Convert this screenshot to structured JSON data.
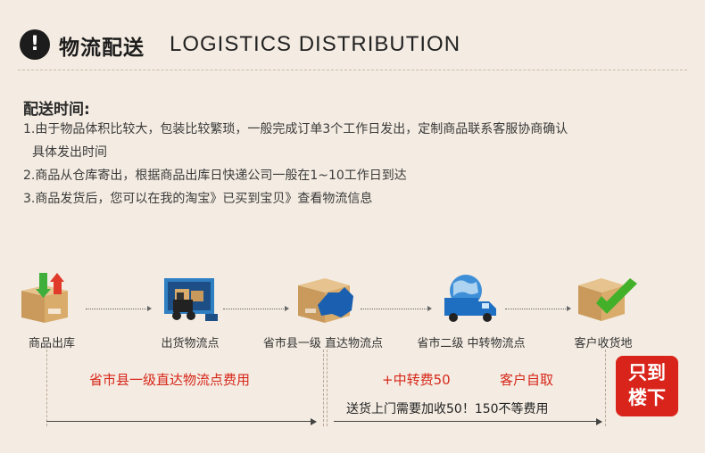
{
  "header": {
    "icon_glyph": "!",
    "title_cn": "物流配送",
    "title_en": "LOGISTICS  DISTRIBUTION"
  },
  "info": {
    "title": "配送时间:",
    "lines": [
      "1.由于物品体积比较大，包装比较繁琐，一般完成订单3个工作日发出，定制商品联系客服协商确认",
      "具体发出时间",
      "2.商品从仓库寄出，根据商品出库日快递公司一般在1~10工作日到达",
      "3.商品发货后，您可以在我的淘宝》已买到宝贝》查看物流信息"
    ]
  },
  "flow": {
    "steps": [
      {
        "label": "商品出库",
        "icon": "box-up-down-arrows-icon"
      },
      {
        "label": "出货物流点",
        "icon": "forklift-container-icon"
      },
      {
        "label": "省市县一级  直达物流点",
        "icon": "box-map-icon"
      },
      {
        "label": "省市二级  中转物流点",
        "icon": "globe-truck-icon"
      },
      {
        "label": "客户收货地",
        "icon": "box-checkmark-icon"
      }
    ]
  },
  "fees": {
    "direct_fee": "省市县一级直达物流点费用",
    "transfer_fee": "+中转费50",
    "self_pickup": "客户自取",
    "door_delivery": "送货上门需要加收50！150不等费用",
    "badge_line1": "只到",
    "badge_line2": "楼下"
  },
  "colors": {
    "background": "#f4ece2",
    "accent_red": "#d7261a",
    "badge_red": "#d9241b"
  }
}
